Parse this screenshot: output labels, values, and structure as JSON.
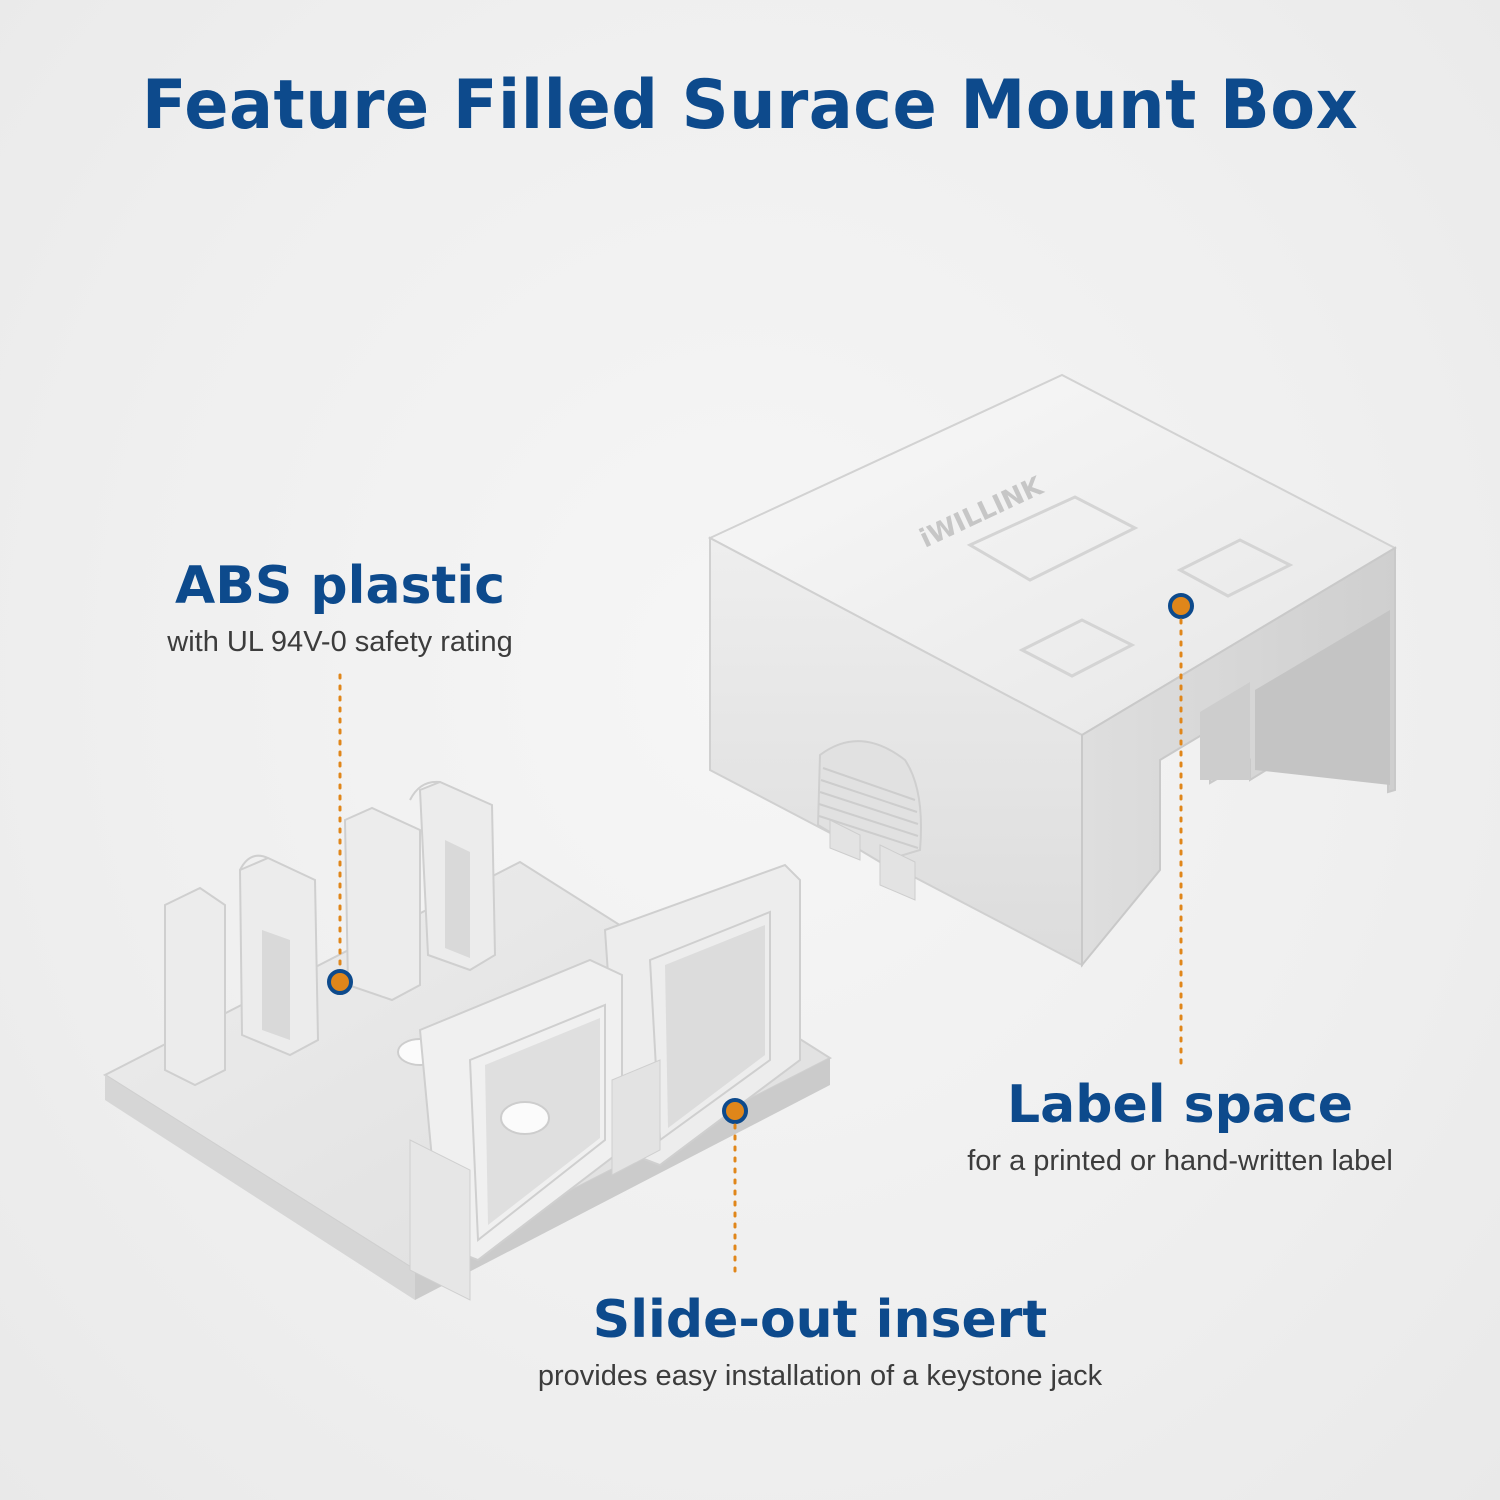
{
  "title": "Feature Filled Surace Mount Box",
  "brand_logo_text": "iWILLINK",
  "colors": {
    "heading": "#0d4a8c",
    "subtext": "#3c3c3c",
    "callout_dot_fill": "#e0861a",
    "callout_dot_ring": "#0d4a8c",
    "callout_line": "#e0861a"
  },
  "features": [
    {
      "title": "ABS plastic",
      "subtitle": "with UL 94V-0 safety rating"
    },
    {
      "title": "Label space",
      "subtitle": "for a printed or hand-written label"
    },
    {
      "title": "Slide-out insert",
      "subtitle": "provides easy installation of a keystone jack"
    }
  ]
}
